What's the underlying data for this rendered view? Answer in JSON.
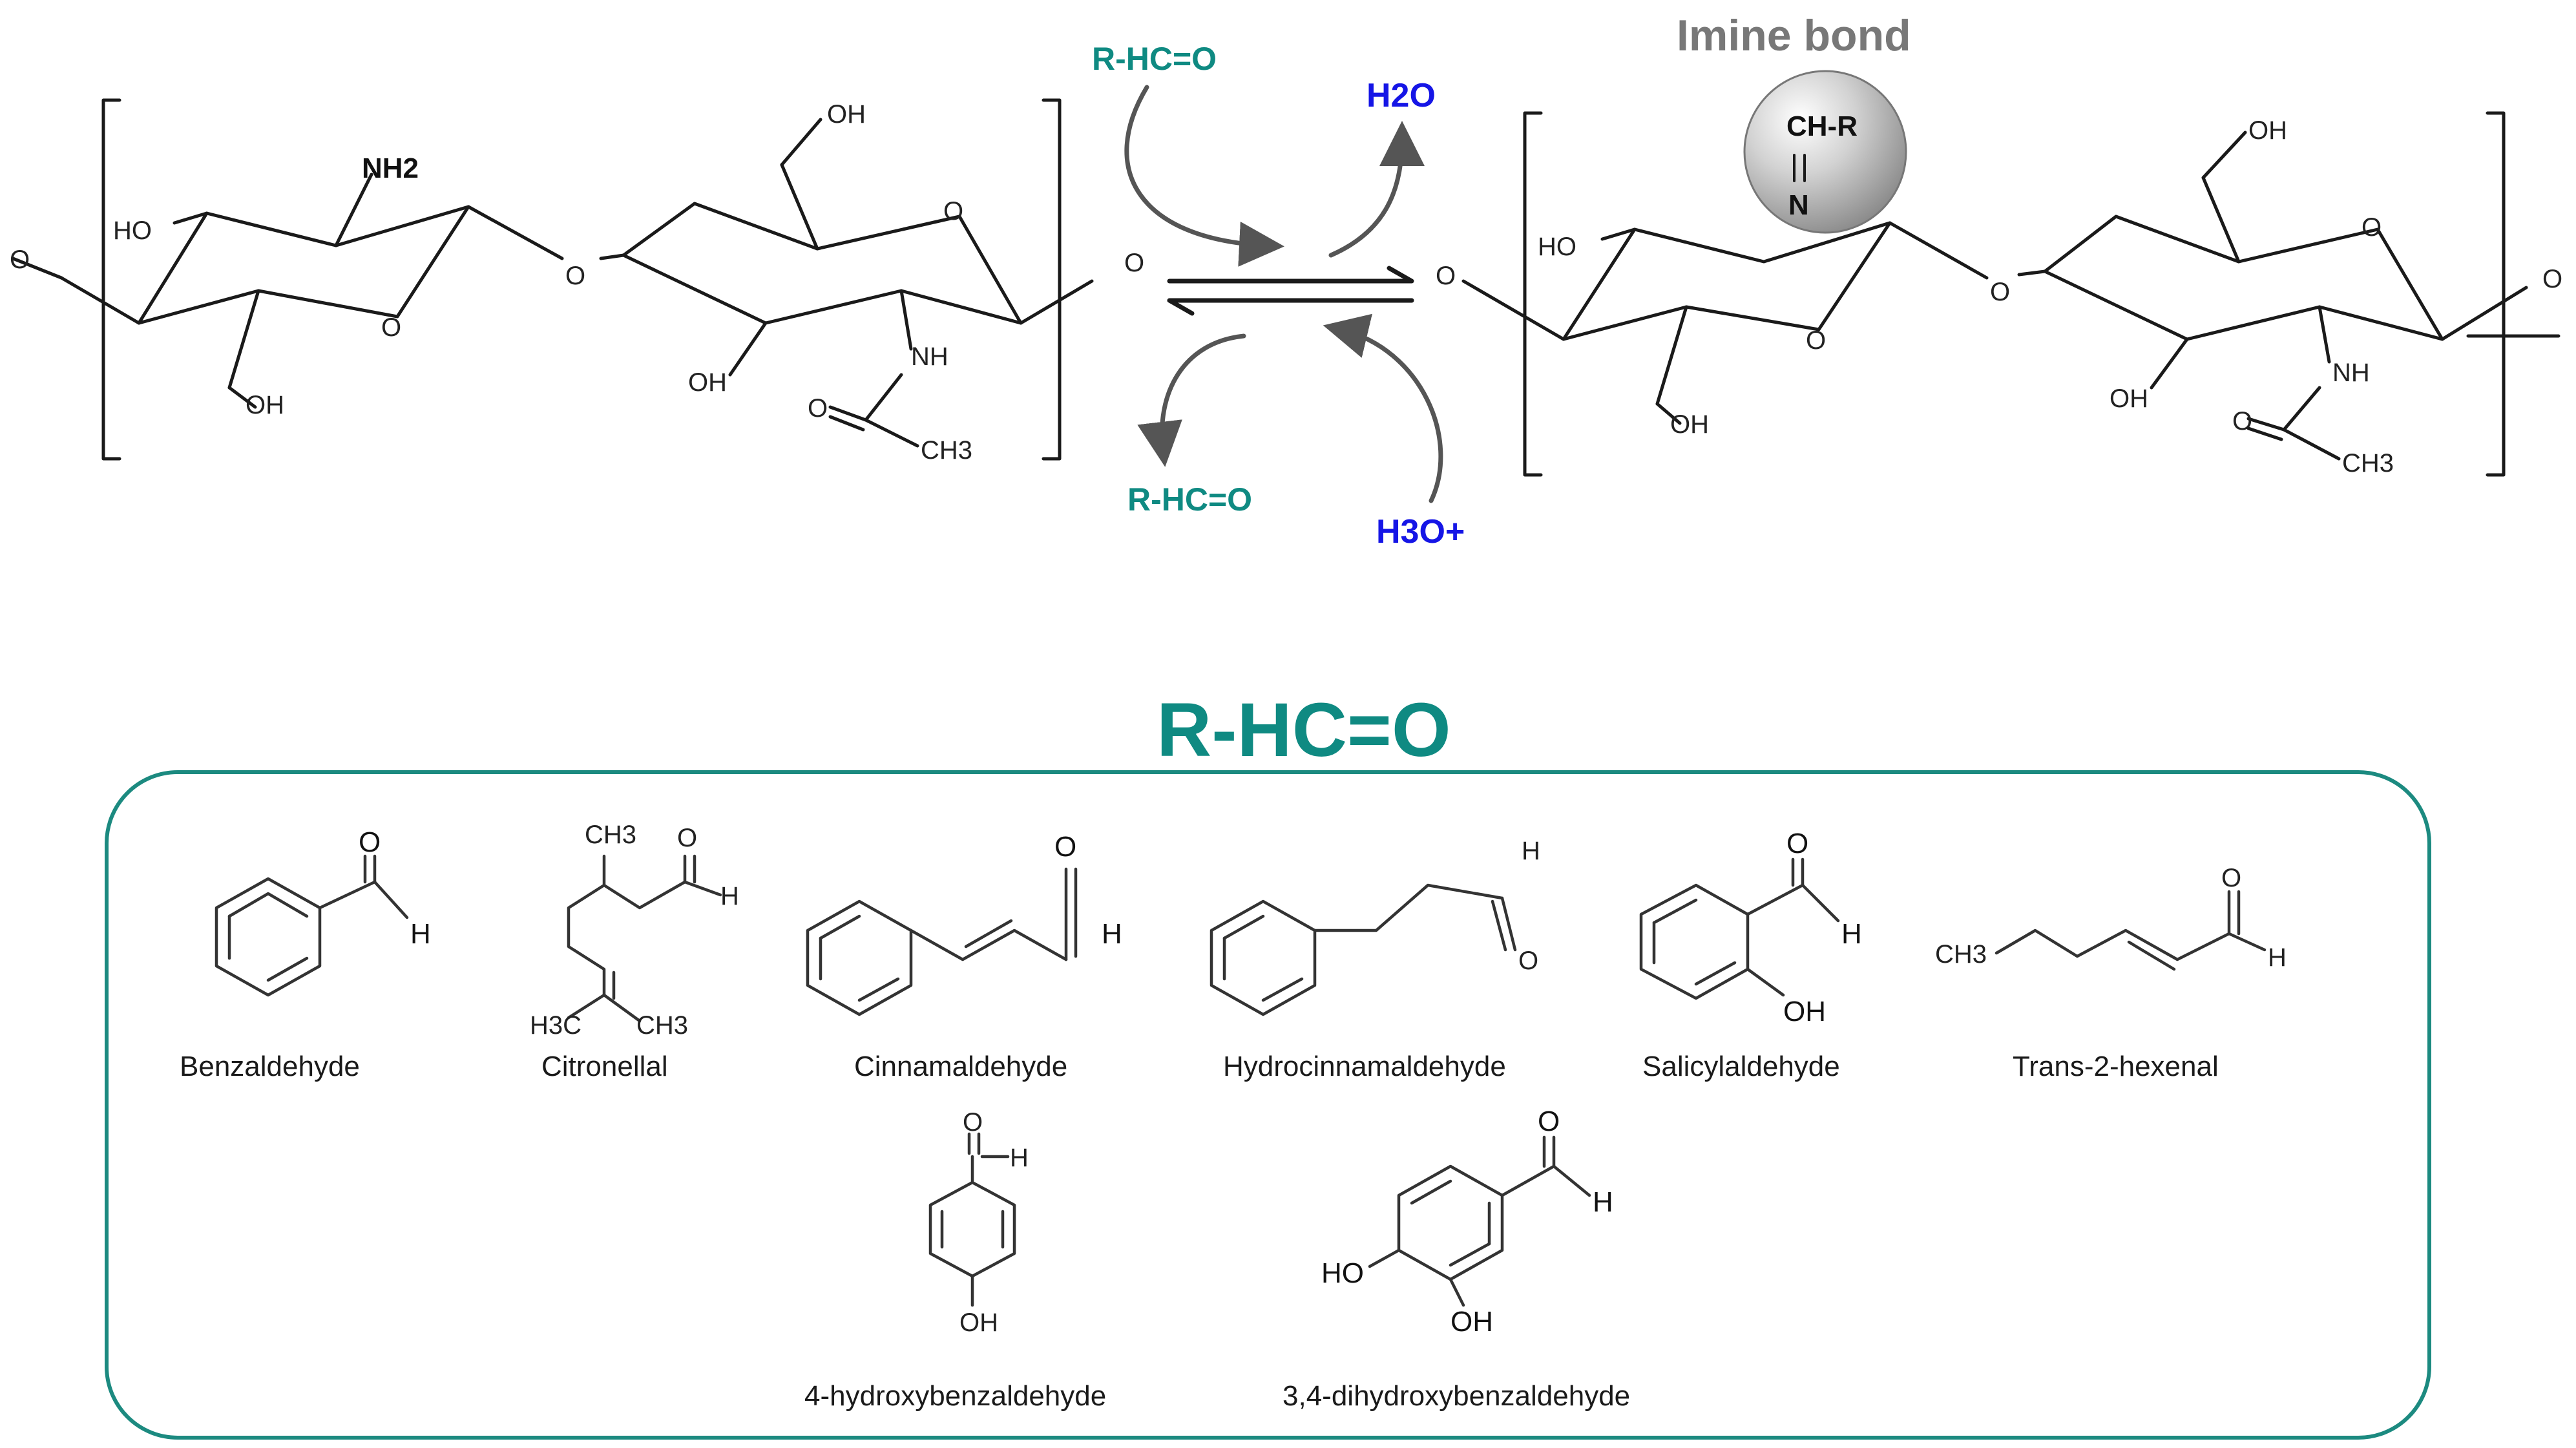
{
  "reaction": {
    "reagent_top": "R-HC=O",
    "byproduct_top": "H2O",
    "reagent_bottom": "R-HC=O",
    "catalyst_bottom": "H3O+",
    "imine_label": "Imine bond",
    "imine_group_top": "CH-R",
    "imine_group_bottom": "N"
  },
  "chitosan_left": {
    "amine": "NH2",
    "hydroxyl_1": "HO",
    "hydroxyl_2": "OH",
    "hydroxyl_3": "OH",
    "hydroxyl_4": "OH",
    "ring_oxygen_1": "O",
    "ring_oxygen_2": "O",
    "link_oxygen_left": "O",
    "link_oxygen_mid": "O",
    "link_oxygen_right": "O",
    "amide_nh": "NH",
    "amide_o": "O",
    "methyl": "CH3"
  },
  "chitosan_right": {
    "hydroxyl_1": "HO",
    "hydroxyl_2": "OH",
    "hydroxyl_3": "OH",
    "hydroxyl_4": "OH",
    "ring_oxygen_1": "O",
    "ring_oxygen_2": "O",
    "link_oxygen_left": "O",
    "link_oxygen_mid": "O",
    "link_oxygen_right": "O",
    "amide_nh": "NH",
    "amide_o": "O",
    "methyl": "CH3"
  },
  "aldehyde_panel": {
    "title": "R-HC=O",
    "compounds": [
      {
        "name": "Benzaldehyde"
      },
      {
        "name": "Citronellal"
      },
      {
        "name": "Cinnamaldehyde"
      },
      {
        "name": "Hydrocinnamaldehyde"
      },
      {
        "name": "Salicylaldehyde"
      },
      {
        "name": "Trans-2-hexenal"
      },
      {
        "name": "4-hydroxybenzaldehyde"
      },
      {
        "name": "3,4-dihydroxybenzaldehyde"
      }
    ],
    "atom_labels": {
      "o": "O",
      "h": "H",
      "oh": "OH",
      "ho": "HO",
      "ch3": "CH3",
      "h3c": "H3C"
    }
  },
  "colors": {
    "teal": "#0f8a82",
    "blue": "#1515e6",
    "gray_label": "#787878",
    "sphere": "#c8c8c8"
  }
}
